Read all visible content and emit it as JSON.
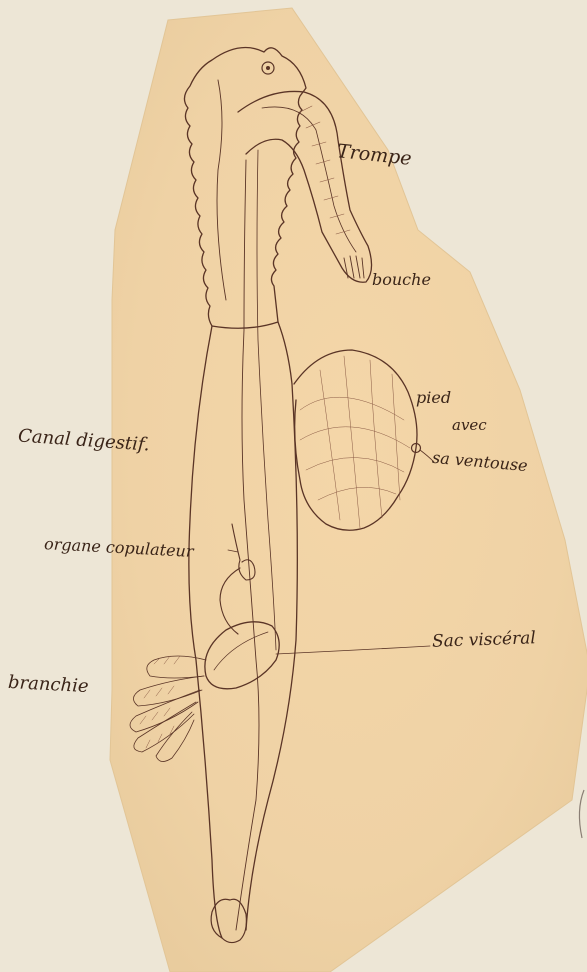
{
  "labels": {
    "trompe": "Trompe",
    "bouche": "bouche",
    "pied": "pied",
    "avec": "avec",
    "ventouse": "sa ventouse",
    "canal": "Canal digestif.",
    "organe": "organe copulateur",
    "sac": "Sac viscéral",
    "branchie": "branchie"
  },
  "colors": {
    "paper": "#ede6d6",
    "cutout": "#efd3a8",
    "ink": "#5a3426"
  }
}
